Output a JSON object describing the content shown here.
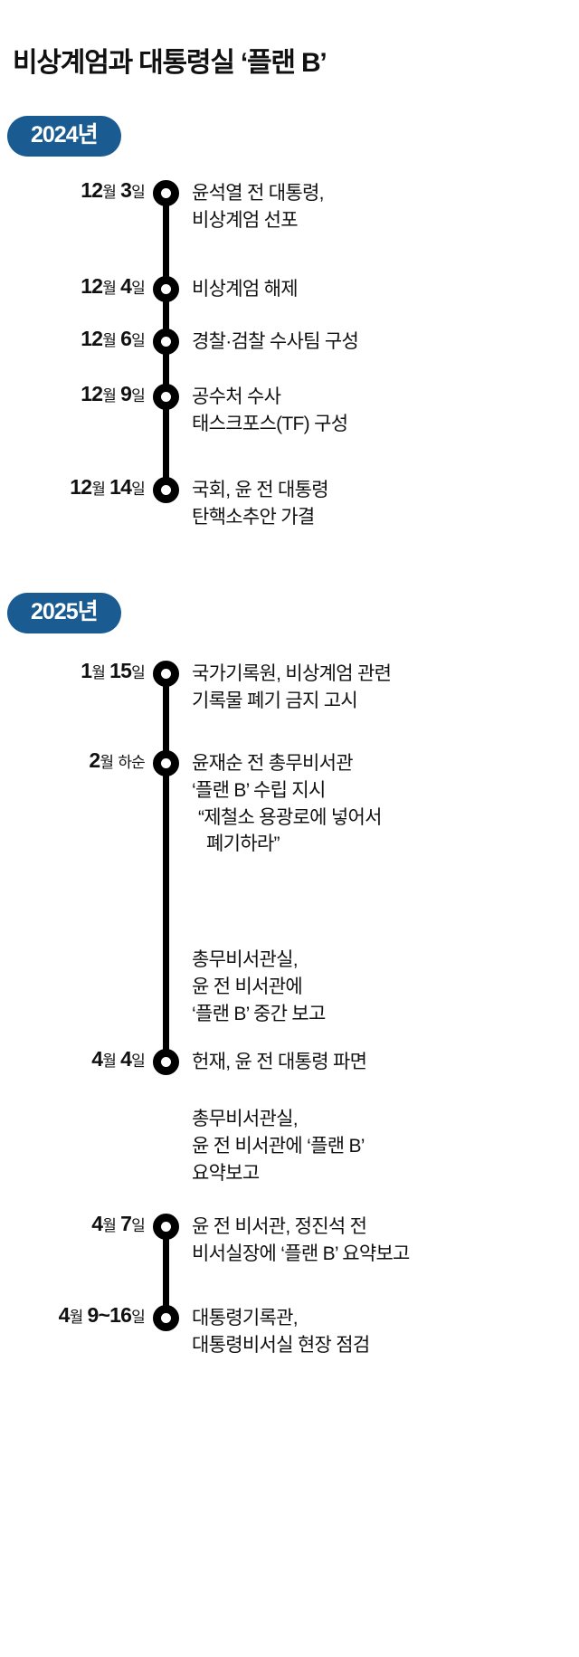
{
  "title": "비상계엄과 대통령실 ‘플랜 B’",
  "colors": {
    "badge_blue": "#1a5b92",
    "marker_black": "#000000",
    "text_black": "#111111",
    "background": "#ffffff"
  },
  "sections": [
    {
      "year_label": "2024년"
    },
    {
      "year_label": "2025년"
    }
  ],
  "events_2024": [
    {
      "date": "12월 3일",
      "lines": [
        "윤석열 전 대통령,",
        "비상계엄 선포"
      ]
    },
    {
      "date": "12월 4일",
      "lines": [
        "비상계엄 해제"
      ]
    },
    {
      "date": "12월 6일",
      "lines": [
        "경찰·검찰 수사팀 구성"
      ]
    },
    {
      "date": "12월 9일",
      "lines": [
        "공수처 수사",
        "태스크포스(TF) 구성"
      ]
    },
    {
      "date": "12월 14일",
      "lines": [
        "국회, 윤 전 대통령",
        "탄핵소추안 가결"
      ]
    }
  ],
  "events_2025": [
    {
      "date": "1월 15일",
      "lines": [
        "국가기록원, 비상계엄 관련",
        "기록물 폐기 금지 고시"
      ]
    },
    {
      "date": "2월 하순",
      "lines": [
        "윤재순 전 총무비서관",
        "‘플랜 B’ 수립 지시",
        "“제철소 용광로에 넣어서",
        "폐기하라”"
      ]
    },
    {
      "date": "",
      "lines": [
        "총무비서관실,",
        "윤 전 비서관에",
        "‘플랜 B’ 중간 보고"
      ]
    },
    {
      "date": "4월 4일",
      "lines": [
        "헌재, 윤 전 대통령 파면"
      ]
    },
    {
      "date": "",
      "lines": [
        "총무비서관실,",
        "윤 전 비서관에 ‘플랜 B’",
        "요약보고"
      ]
    },
    {
      "date": "4월 7일",
      "lines": [
        "윤 전 비서관, 정진석 전",
        "비서실장에 ‘플랜 B’ 요약보고"
      ]
    },
    {
      "date": "4월 9~16일",
      "lines": [
        "대통령기록관,",
        "대통령비서실 현장 점검"
      ]
    }
  ]
}
